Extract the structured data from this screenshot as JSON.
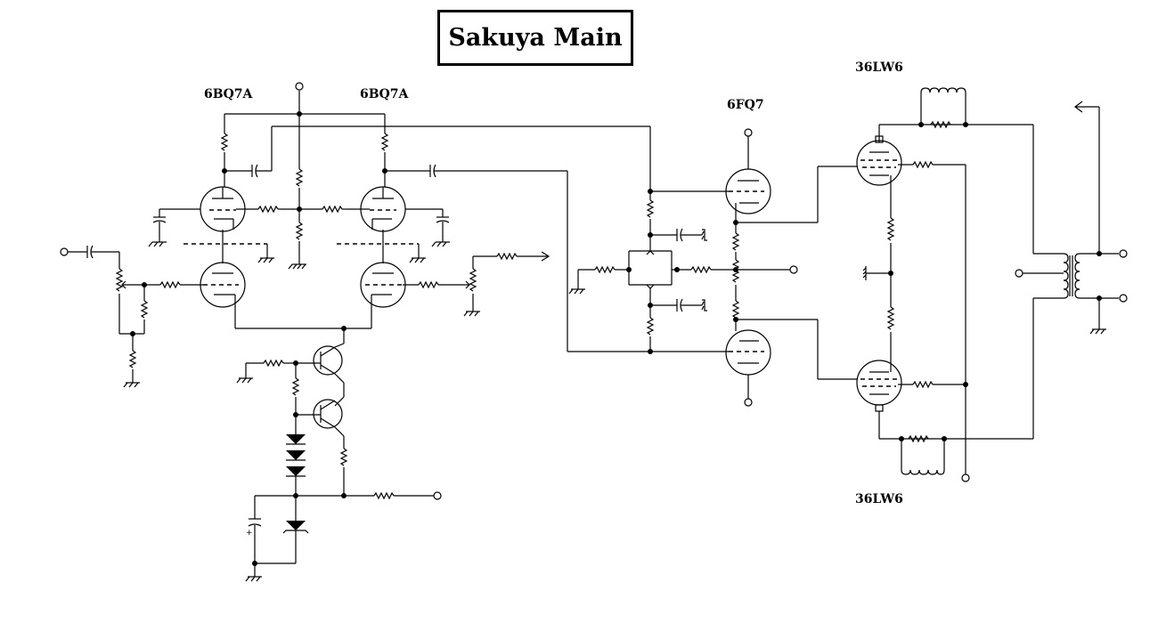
{
  "title": "Sakuya Main",
  "tube_labels": {
    "input_left": "6BQ7A",
    "input_right": "6BQ7A",
    "driver": "6FQ7",
    "output_top": "36LW6",
    "output_bottom": "36LW6"
  },
  "colors": {
    "ink": "#000000",
    "background": "#ffffff"
  }
}
